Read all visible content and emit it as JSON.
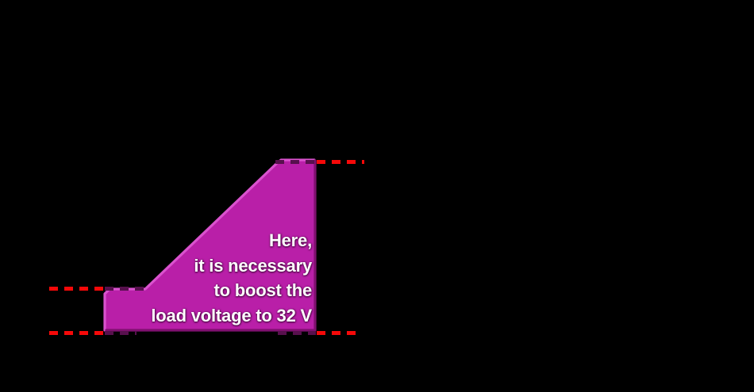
{
  "colors": {
    "background": "#000000",
    "shape_fill": "#B91FA8",
    "shape_edge_light": "#DA52CE",
    "shape_edge_dark": "#801070",
    "dash_red": "#F60909",
    "dash_on_shape": "#58104E",
    "annotation_text": "#FFFFFF"
  },
  "annotation": {
    "lines": [
      "Here,",
      "it is necessary",
      "to boost the",
      "load voltage to 32 V"
    ]
  },
  "diagram": {
    "description": "Load voltage profile: low plateau rising along a ramp to a high plateau marked 32 V",
    "levels": {
      "top_level_label": "32 V boosted level (dashed marker)",
      "mid_level_label": "initial load voltage level (dashed marker)",
      "bottom_level_label": "baseline level (dashed marker)"
    }
  }
}
